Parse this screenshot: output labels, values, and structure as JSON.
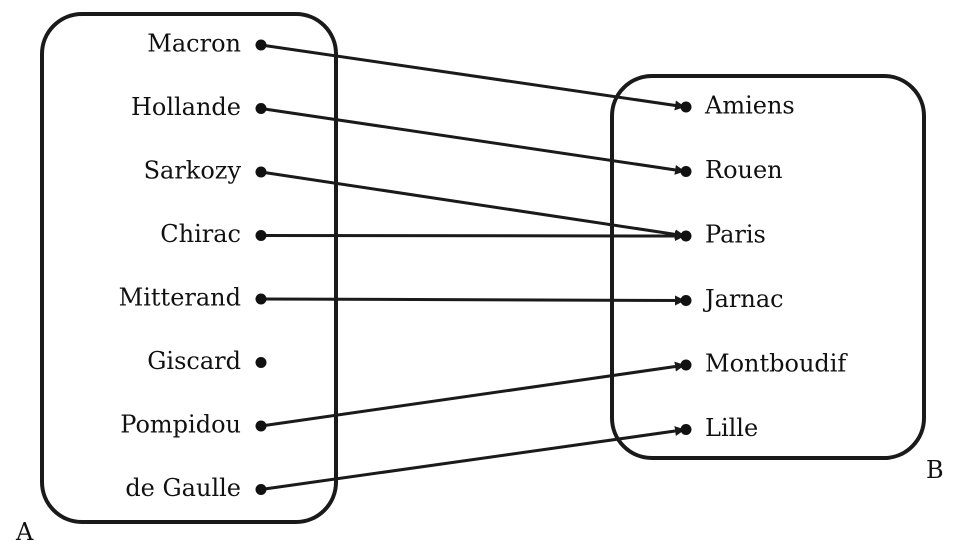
{
  "sets": {
    "domain": {
      "name": "A",
      "elements": [
        "Macron",
        "Hollande",
        "Sarkozy",
        "Chirac",
        "Mitterand",
        "Giscard",
        "Pompidou",
        "de Gaulle"
      ]
    },
    "codomain": {
      "name": "B",
      "elements": [
        "Amiens",
        "Rouen",
        "Paris",
        "Jarnac",
        "Montboudif",
        "Lille"
      ]
    }
  },
  "mapping": [
    {
      "from": "Macron",
      "to": "Amiens"
    },
    {
      "from": "Hollande",
      "to": "Rouen"
    },
    {
      "from": "Sarkozy",
      "to": "Paris"
    },
    {
      "from": "Chirac",
      "to": "Paris"
    },
    {
      "from": "Mitterand",
      "to": "Jarnac"
    },
    {
      "from": "Pompidou",
      "to": "Montboudif"
    },
    {
      "from": "de Gaulle",
      "to": "Lille"
    }
  ],
  "colors": {
    "ink": "#111111",
    "background": "#ffffff"
  }
}
